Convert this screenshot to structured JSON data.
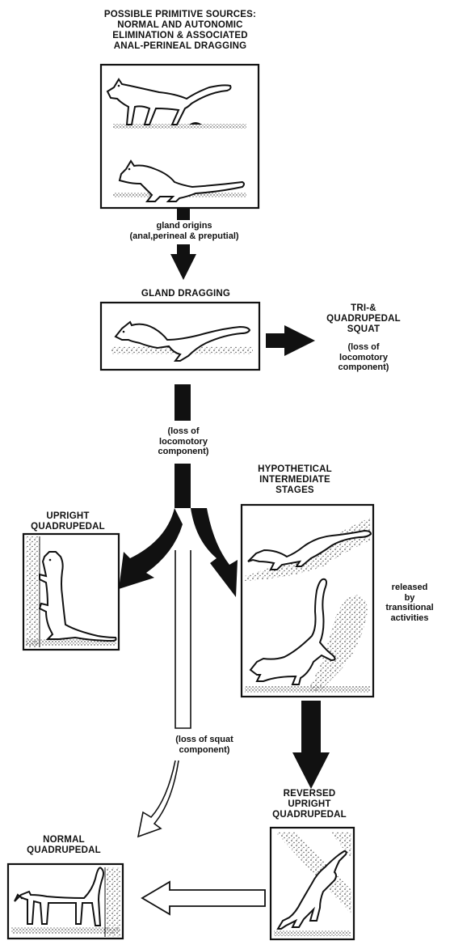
{
  "labels": {
    "primitive": [
      "POSSIBLE PRIMITIVE SOURCES:",
      "NORMAL AND AUTONOMIC",
      "ELIMINATION & ASSOCIATED",
      "ANAL-PERINEAL DRAGGING"
    ],
    "gland_dragging": [
      "GLAND DRAGGING"
    ],
    "tri_quad_squat": [
      "TRI-&",
      "QUADRUPEDAL",
      "SQUAT"
    ],
    "hypothetical": [
      "HYPOTHETICAL",
      "INTERMEDIATE",
      "STAGES"
    ],
    "upright_quad": [
      "UPRIGHT",
      "QUADRUPEDAL"
    ],
    "reversed_upright": [
      "REVERSED",
      "UPRIGHT",
      "QUADRUPEDAL"
    ],
    "normal_quad": [
      "NORMAL",
      "QUADRUPEDAL"
    ]
  },
  "notes": {
    "gland_origins": [
      "gland origins",
      "(anal,perineal & preputial)"
    ],
    "loss_locomotory_squat": [
      "(loss of",
      "locomotory",
      "component)"
    ],
    "loss_locomotory_main": [
      "(loss of",
      "locomotory",
      "component)"
    ],
    "released": [
      "released",
      "by",
      "transitional",
      "activities"
    ],
    "loss_squat": [
      "(loss of squat",
      "component)"
    ]
  },
  "colors": {
    "ink": "#111111",
    "paper": "#ffffff"
  }
}
